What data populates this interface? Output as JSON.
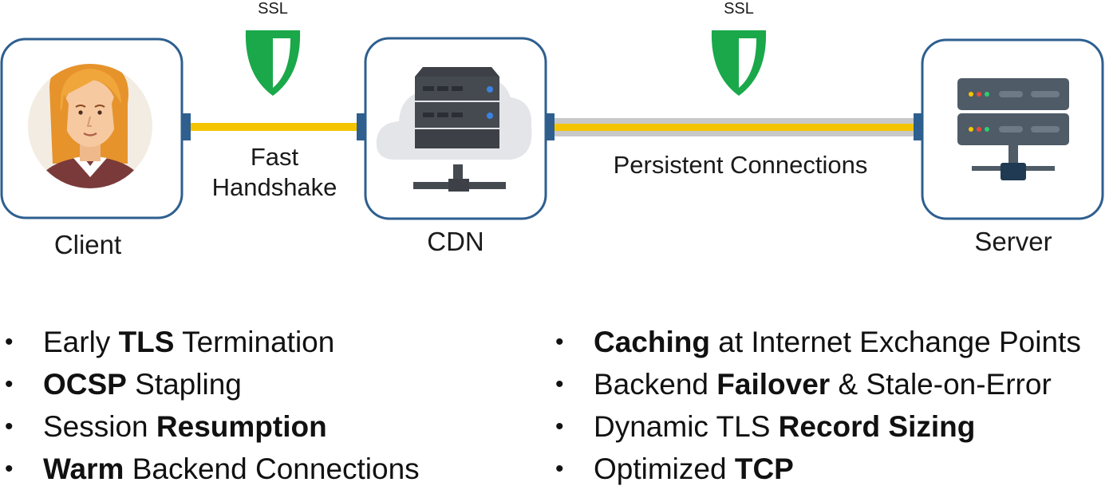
{
  "nodes": {
    "client": {
      "label": "Client",
      "icon": "person-avatar-icon"
    },
    "cdn": {
      "label": "CDN",
      "icon": "cloud-server-icon"
    },
    "server": {
      "label": "Server",
      "icon": "server-rack-icon"
    }
  },
  "connections": {
    "client_cdn": {
      "ssl": "SSL",
      "label_line1": "Fast",
      "label_line2": "Handshake"
    },
    "cdn_server": {
      "ssl": "SSL",
      "label": "Persistent Connections"
    }
  },
  "colors": {
    "box_border": "#2e5f8f",
    "line_yellow": "#f5c400",
    "line_gray": "#c8c8c8",
    "shield_green": "#1aa84a"
  },
  "features_left": [
    {
      "pre": "Early ",
      "bold": "TLS",
      "post": " Termination"
    },
    {
      "pre": "",
      "bold": "OCSP",
      "post": " Stapling"
    },
    {
      "pre": "Session ",
      "bold": "Resumption",
      "post": ""
    },
    {
      "pre": "",
      "bold": "Warm",
      "post": " Backend Connections"
    }
  ],
  "features_right": [
    {
      "pre": "",
      "bold": "Caching",
      "post": " at Internet Exchange Points"
    },
    {
      "pre": "Backend ",
      "bold": "Failover",
      "post": " & Stale-on-Error"
    },
    {
      "pre": "Dynamic TLS ",
      "bold": "Record Sizing",
      "post": ""
    },
    {
      "pre": "Optimized ",
      "bold": "TCP",
      "post": ""
    }
  ]
}
